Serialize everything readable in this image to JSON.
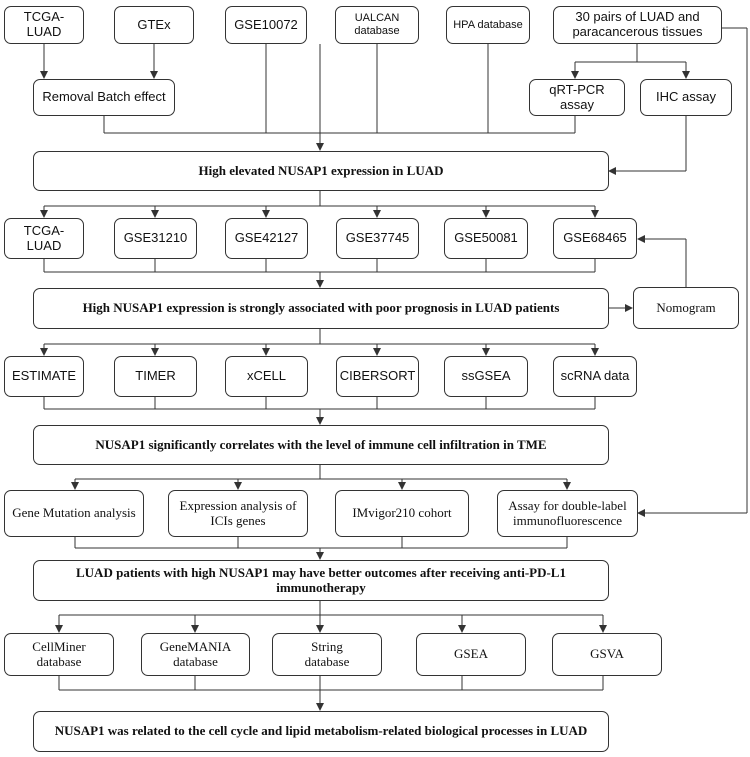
{
  "sources": {
    "tcga": "TCGA-LUAD",
    "gtex": "GTEx",
    "gse10072": "GSE10072",
    "ualcan_line1": "UALCAN",
    "ualcan_line2": "database",
    "hpa": "HPA database",
    "tissues_line1": "30 pairs of LUAD and",
    "tissues_line2": "paracancerous tissues"
  },
  "removal_batch": "Removal Batch effect",
  "qrtpcr": "qRT-PCR assay",
  "ihc": "IHC assay",
  "finding1": "High elevated NUSAP1 expression in LUAD",
  "prognosis_datasets": [
    "TCGA-LUAD",
    "GSE31210",
    "GSE42127",
    "GSE37745",
    "GSE50081",
    "GSE68465"
  ],
  "finding2": "High NUSAP1 expression is strongly associated with poor prognosis in LUAD patients",
  "nomogram": "Nomogram",
  "immune_methods": [
    "ESTIMATE",
    "TIMER",
    "xCELL",
    "CIBERSORT",
    "ssGSEA",
    "scRNA data"
  ],
  "finding3": "NUSAP1 significantly correlates with the level of immune cell infiltration in TME",
  "immuno_analyses": {
    "gene_mutation": "Gene Mutation analysis",
    "icis_line1": "Expression analysis of",
    "icis_line2": "ICIs genes",
    "imvigor": "IMvigor210 cohort",
    "assay_line1": "Assay for double-label",
    "assay_line2": "immunofluorescence"
  },
  "finding4": "LUAD patients with high NUSAP1 may have better outcomes after receiving anti-PD-L1 immunotherapy",
  "function_tools": {
    "cellminer_line1": "CellMiner",
    "cellminer_line2": "database",
    "genemania_line1": "GeneMANIA",
    "genemania_line2": "database",
    "string_line1": "String",
    "string_line2": "database",
    "gsea": "GSEA",
    "gsva": "GSVA"
  },
  "finding5": "NUSAP1 was related to the cell cycle and lipid metabolism-related biological processes in LUAD"
}
